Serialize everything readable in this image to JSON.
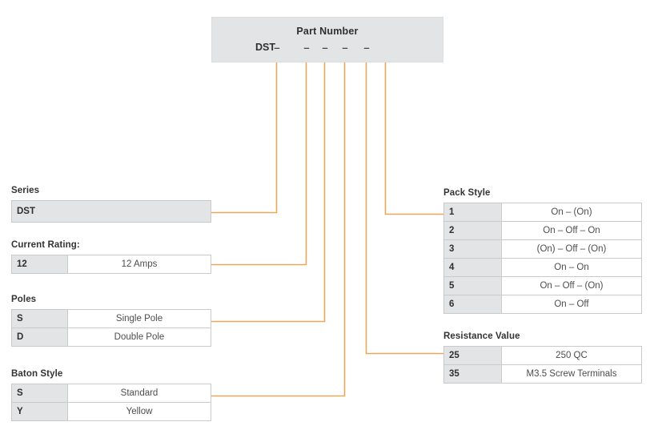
{
  "part_number": {
    "title": "Part Number",
    "prefix": "DST",
    "slots": [
      "–",
      "–",
      "–",
      "–",
      "–"
    ]
  },
  "line_color": "#e9a85a",
  "groups": {
    "series": {
      "label": "Series",
      "value": "DST"
    },
    "current_rating": {
      "label": "Current Rating:",
      "rows": [
        {
          "code": "12",
          "desc": "12 Amps"
        }
      ]
    },
    "poles": {
      "label": "Poles",
      "rows": [
        {
          "code": "S",
          "desc": "Single Pole"
        },
        {
          "code": "D",
          "desc": "Double Pole"
        }
      ]
    },
    "baton_style": {
      "label": "Baton Style",
      "rows": [
        {
          "code": "S",
          "desc": "Standard"
        },
        {
          "code": "Y",
          "desc": "Yellow"
        }
      ]
    },
    "pack_style": {
      "label": "Pack Style",
      "rows": [
        {
          "code": "1",
          "desc": "On – (On)"
        },
        {
          "code": "2",
          "desc": "On – Off – On"
        },
        {
          "code": "3",
          "desc": "(On) – Off – (On)"
        },
        {
          "code": "4",
          "desc": "On – On"
        },
        {
          "code": "5",
          "desc": "On – Off – (On)"
        },
        {
          "code": "6",
          "desc": "On – Off"
        }
      ]
    },
    "resistance_value": {
      "label": "Resistance Value",
      "rows": [
        {
          "code": "25",
          "desc": "250 QC"
        },
        {
          "code": "35",
          "desc": "M3.5 Screw Terminals"
        }
      ]
    }
  }
}
